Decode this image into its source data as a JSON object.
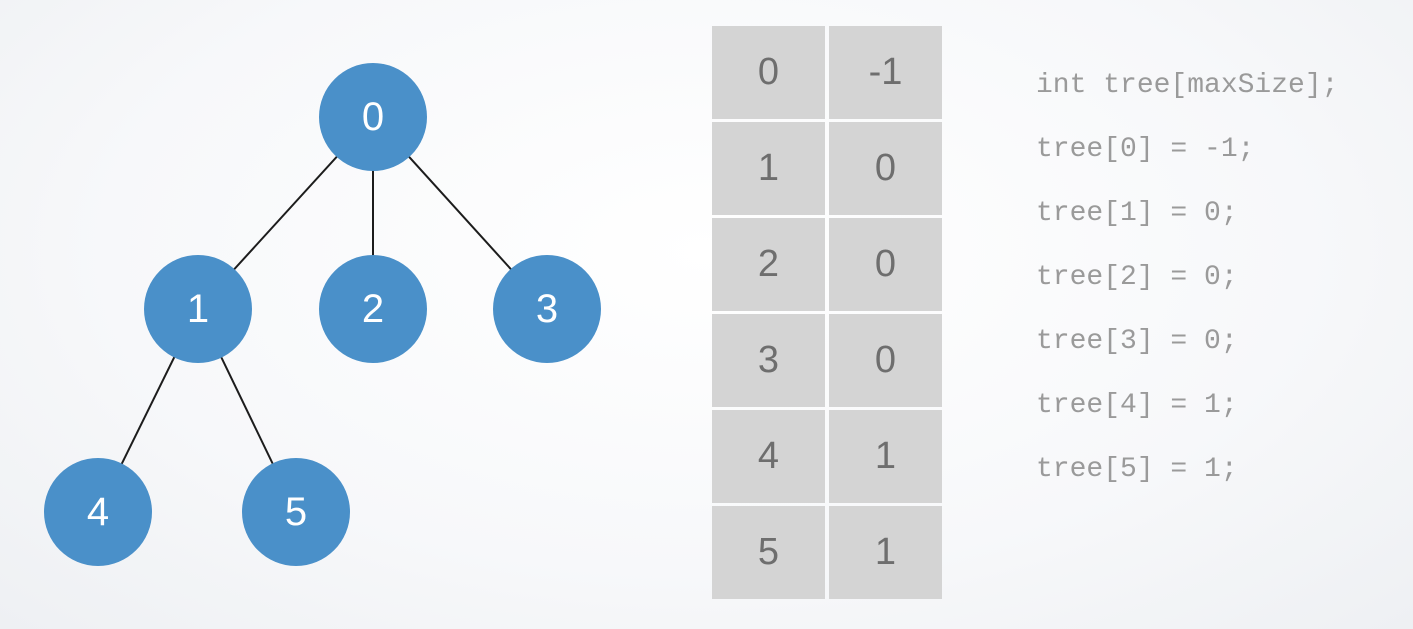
{
  "tree": {
    "nodes": [
      {
        "id": "0",
        "label": "0"
      },
      {
        "id": "1",
        "label": "1"
      },
      {
        "id": "2",
        "label": "2"
      },
      {
        "id": "3",
        "label": "3"
      },
      {
        "id": "4",
        "label": "4"
      },
      {
        "id": "5",
        "label": "5"
      }
    ],
    "edges": [
      {
        "from": "0",
        "to": "1"
      },
      {
        "from": "0",
        "to": "2"
      },
      {
        "from": "0",
        "to": "3"
      },
      {
        "from": "1",
        "to": "4"
      },
      {
        "from": "1",
        "to": "5"
      }
    ],
    "node_color": "#4a90c9",
    "label_color": "#ffffff",
    "edge_color": "#1c1c1c"
  },
  "array": {
    "rows": [
      {
        "index": "0",
        "value": "-1"
      },
      {
        "index": "1",
        "value": "0"
      },
      {
        "index": "2",
        "value": "0"
      },
      {
        "index": "3",
        "value": "0"
      },
      {
        "index": "4",
        "value": "1"
      },
      {
        "index": "5",
        "value": "1"
      }
    ],
    "cell_color": "#d4d4d4",
    "text_color": "#6e6e6e"
  },
  "code": {
    "lines": [
      "int tree[maxSize];",
      "tree[0] = -1;",
      "tree[1] = 0;",
      "tree[2] = 0;",
      "tree[3] = 0;",
      "tree[4] = 1;",
      "tree[5] = 1;"
    ],
    "text_color": "#9a9a9a"
  }
}
